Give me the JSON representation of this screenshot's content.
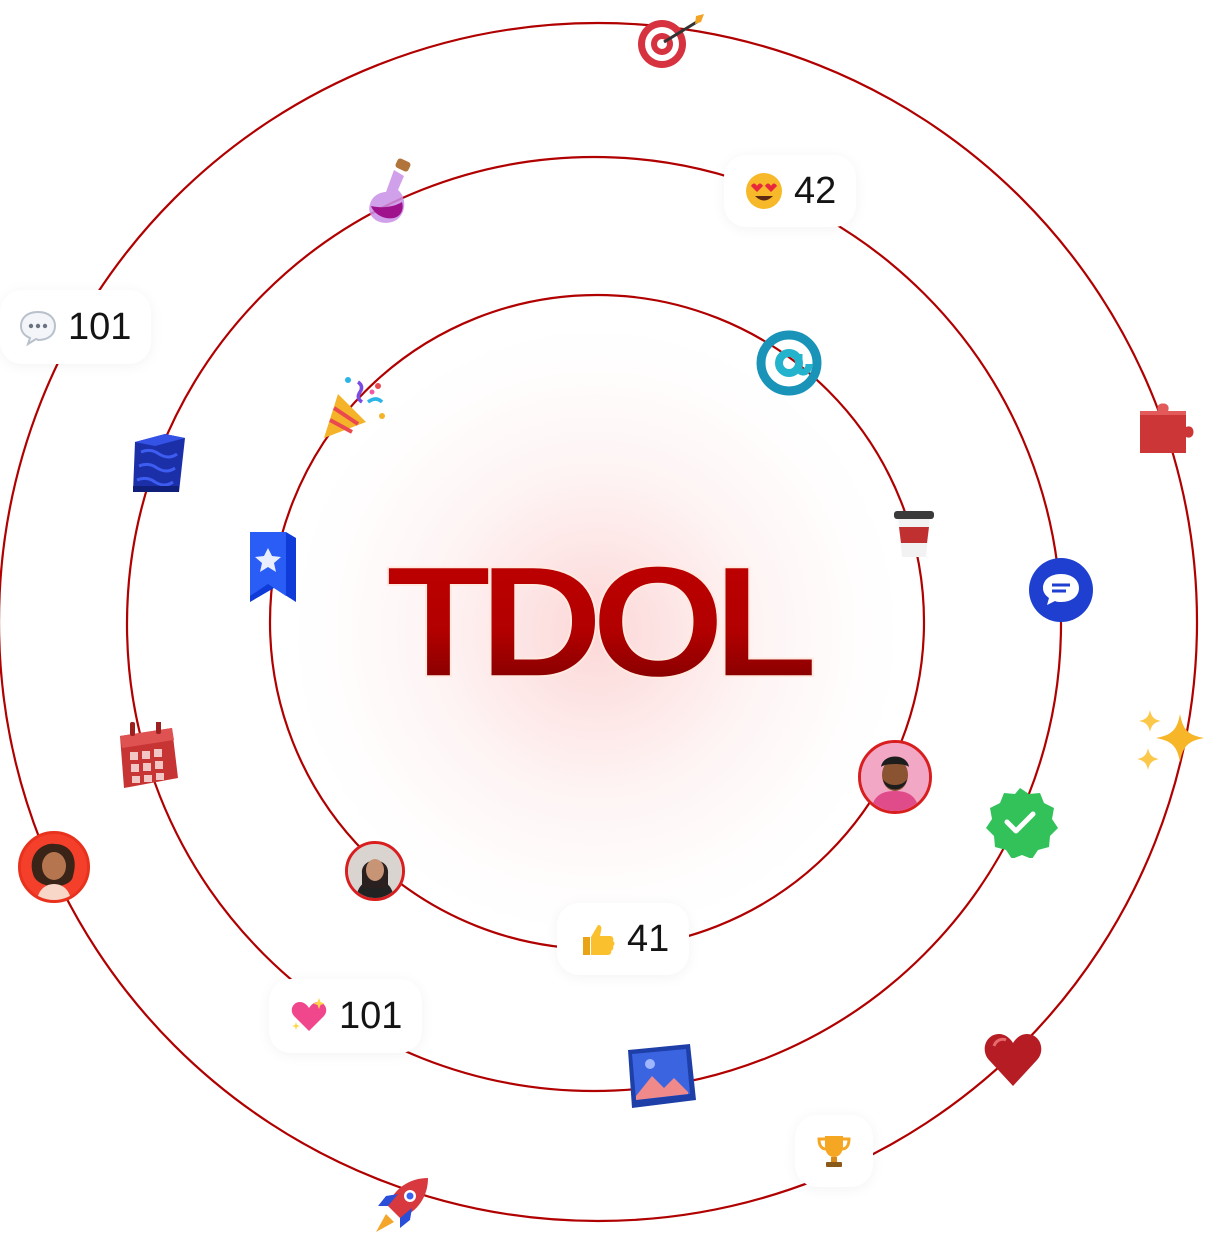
{
  "logo": {
    "text": "TDOL",
    "color": "#b80000"
  },
  "ring_color": "#b00000",
  "badges": {
    "heart_eyes": {
      "icon": "heart-eyes-emoji-icon",
      "count": "42"
    },
    "comment": {
      "icon": "speech-bubble-icon",
      "count": "101"
    },
    "thumbs_up": {
      "icon": "thumbs-up-emoji-icon",
      "count": "41"
    },
    "sparkling_heart": {
      "icon": "sparkling-heart-emoji-icon",
      "count": "101"
    },
    "trophy": {
      "icon": "trophy-icon"
    }
  },
  "orbit_icons": [
    "target-icon",
    "potion-flask-icon",
    "at-sign-icon",
    "party-popper-icon",
    "puzzle-piece-icon",
    "notebook-icon",
    "coffee-cup-icon",
    "bookmark-star-icon",
    "chat-bubble-icon",
    "sparkles-icon",
    "calendar-icon",
    "verified-check-icon",
    "image-gallery-icon",
    "heart-icon",
    "rocket-icon"
  ],
  "avatars": [
    "avatar-man-beard",
    "avatar-woman-photo",
    "avatar-curly-hair"
  ]
}
